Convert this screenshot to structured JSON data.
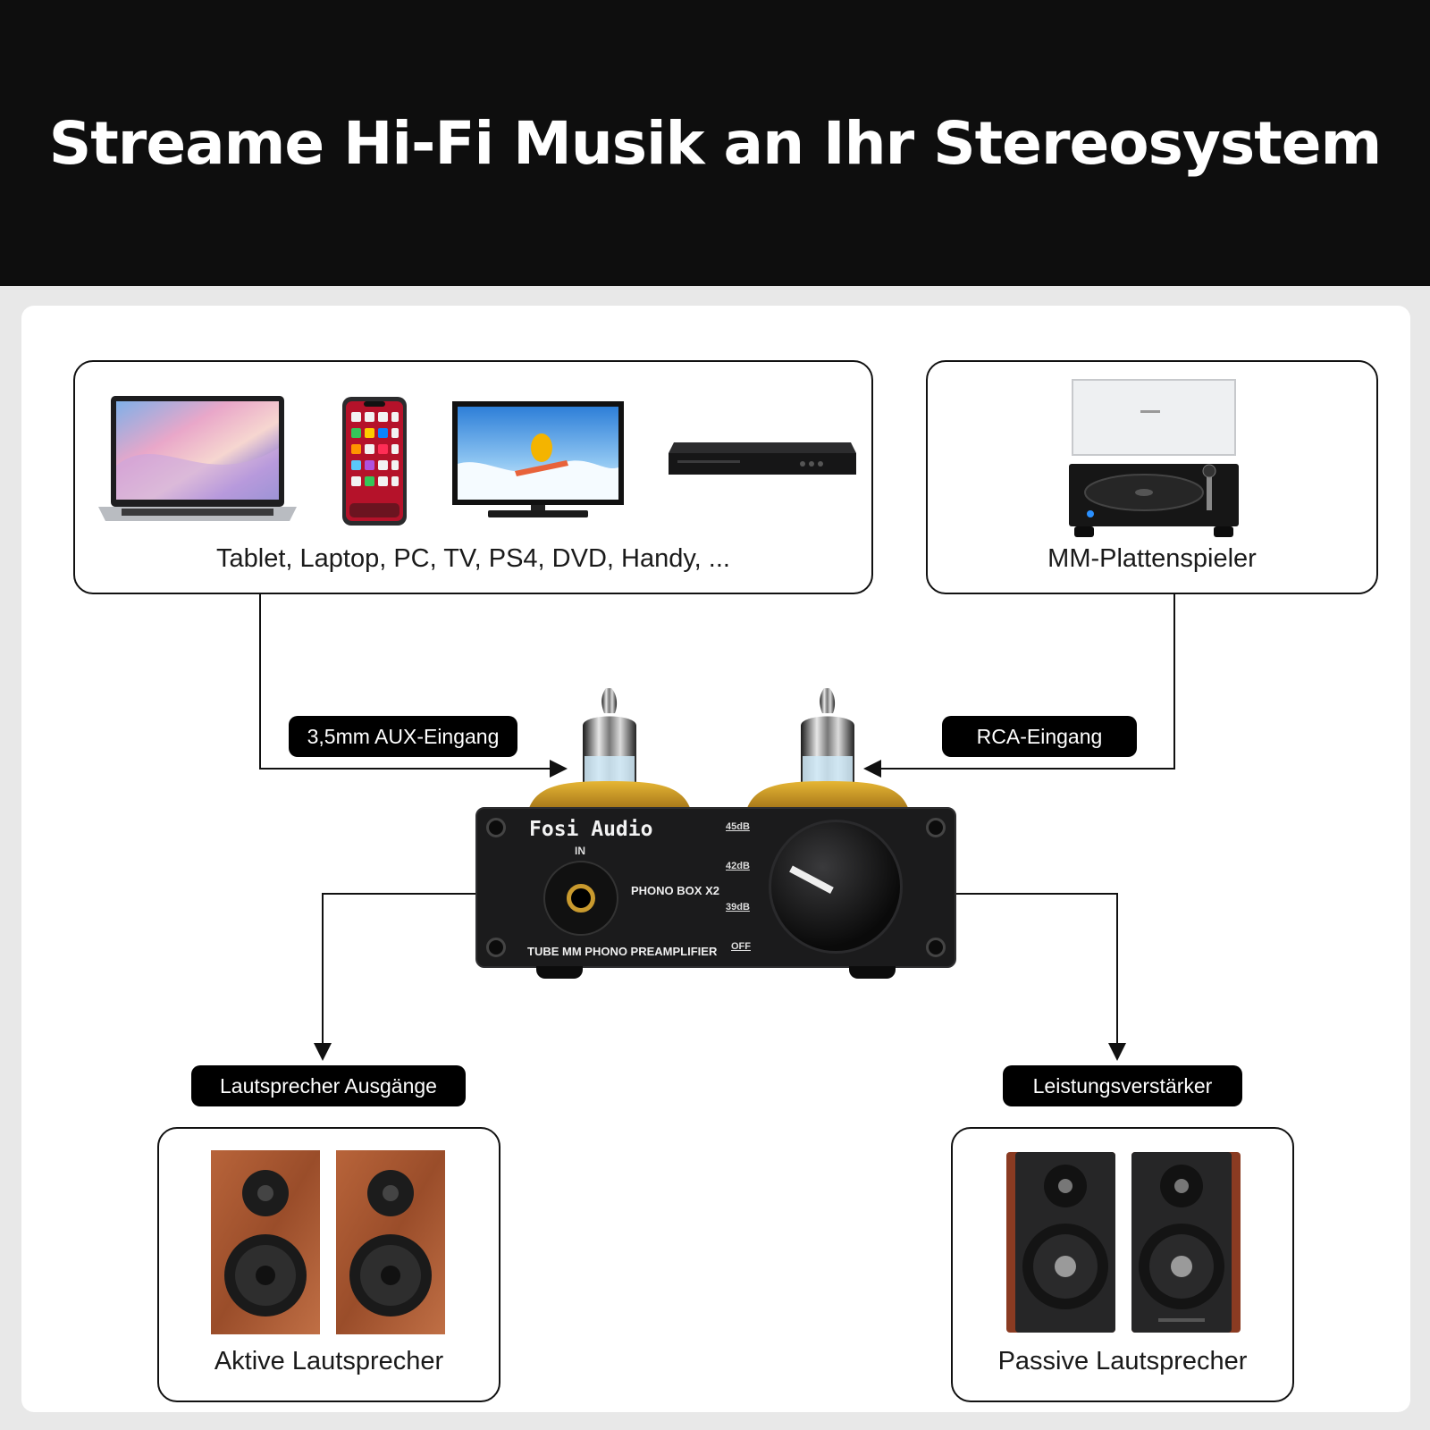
{
  "header": {
    "title": "Streame Hi-Fi Musik an Ihr Stereosystem"
  },
  "sources": {
    "devices_label": "Tablet, Laptop, PC, TV, PS4, DVD, Handy, ...",
    "turntable_label": "MM-Plattenspieler"
  },
  "inputs": {
    "aux_label": "3,5mm AUX-Eingang",
    "rca_label": "RCA-Eingang"
  },
  "device": {
    "brand": "Fosi Audio",
    "in_label": "IN",
    "model": "PHONO BOX X2",
    "subtitle": "TUBE MM PHONO PREAMPLIFIER",
    "gain_45": "45dB",
    "gain_42": "42dB",
    "gain_39": "39dB",
    "gain_off": "OFF"
  },
  "outputs": {
    "speaker_out_label": "Lautsprecher Ausgänge",
    "amp_label": "Leistungsverstärker",
    "active_label": "Aktive Lautsprecher",
    "passive_label": "Passive Lautsprecher"
  }
}
